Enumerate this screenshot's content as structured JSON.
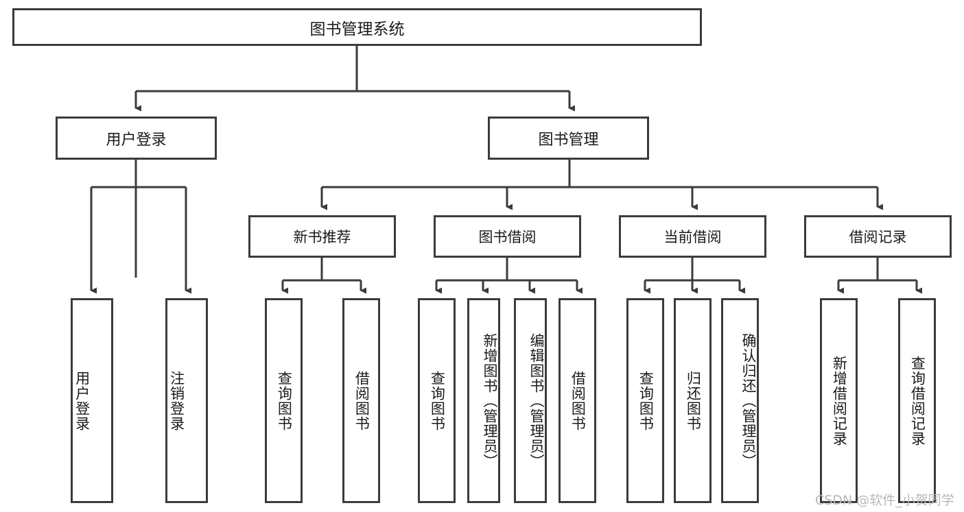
{
  "diagram": {
    "type": "tree-hierarchy-chart",
    "title": "图书管理系统",
    "watermark": "CSDN @软件_小贺同学",
    "stroke_color": "#3b3b3b",
    "fill_color": "#ffffff",
    "text_color": "#1a1a1a",
    "watermark_color": "#b9b9b9",
    "nodes": {
      "root": {
        "label": "图书管理系统"
      },
      "level2": [
        {
          "id": "user-login",
          "label": "用户登录"
        },
        {
          "id": "book-management",
          "label": "图书管理"
        }
      ],
      "level3": [
        {
          "id": "new-book-recommend",
          "label": "新书推荐"
        },
        {
          "id": "book-borrow",
          "label": "图书借阅"
        },
        {
          "id": "current-borrow",
          "label": "当前借阅"
        },
        {
          "id": "borrow-record",
          "label": "借阅记录"
        }
      ],
      "leaves": {
        "user_login": [
          {
            "id": "leaf-user-login",
            "label": "用户登录"
          },
          {
            "id": "leaf-user-logout",
            "label": "注销登录"
          }
        ],
        "new_book_recommend": [
          {
            "id": "leaf-query-book-1",
            "label": "查询图书"
          },
          {
            "id": "leaf-borrow-book-1",
            "label": "借阅图书"
          }
        ],
        "book_borrow": [
          {
            "id": "leaf-query-book-2",
            "label": "查询图书"
          },
          {
            "id": "leaf-add-book",
            "label": "新增图书（管理员）"
          },
          {
            "id": "leaf-edit-book",
            "label": "编辑图书（管理员）"
          },
          {
            "id": "leaf-borrow-book-2",
            "label": "借阅图书"
          }
        ],
        "current_borrow": [
          {
            "id": "leaf-query-book-3",
            "label": "查询图书"
          },
          {
            "id": "leaf-return-book",
            "label": "归还图书"
          },
          {
            "id": "leaf-confirm-return",
            "label": "确认归还（管理员）"
          }
        ],
        "borrow_record": [
          {
            "id": "leaf-add-record",
            "label": "新增借阅记录"
          },
          {
            "id": "leaf-query-record",
            "label": "查询借阅记录"
          }
        ]
      }
    }
  }
}
